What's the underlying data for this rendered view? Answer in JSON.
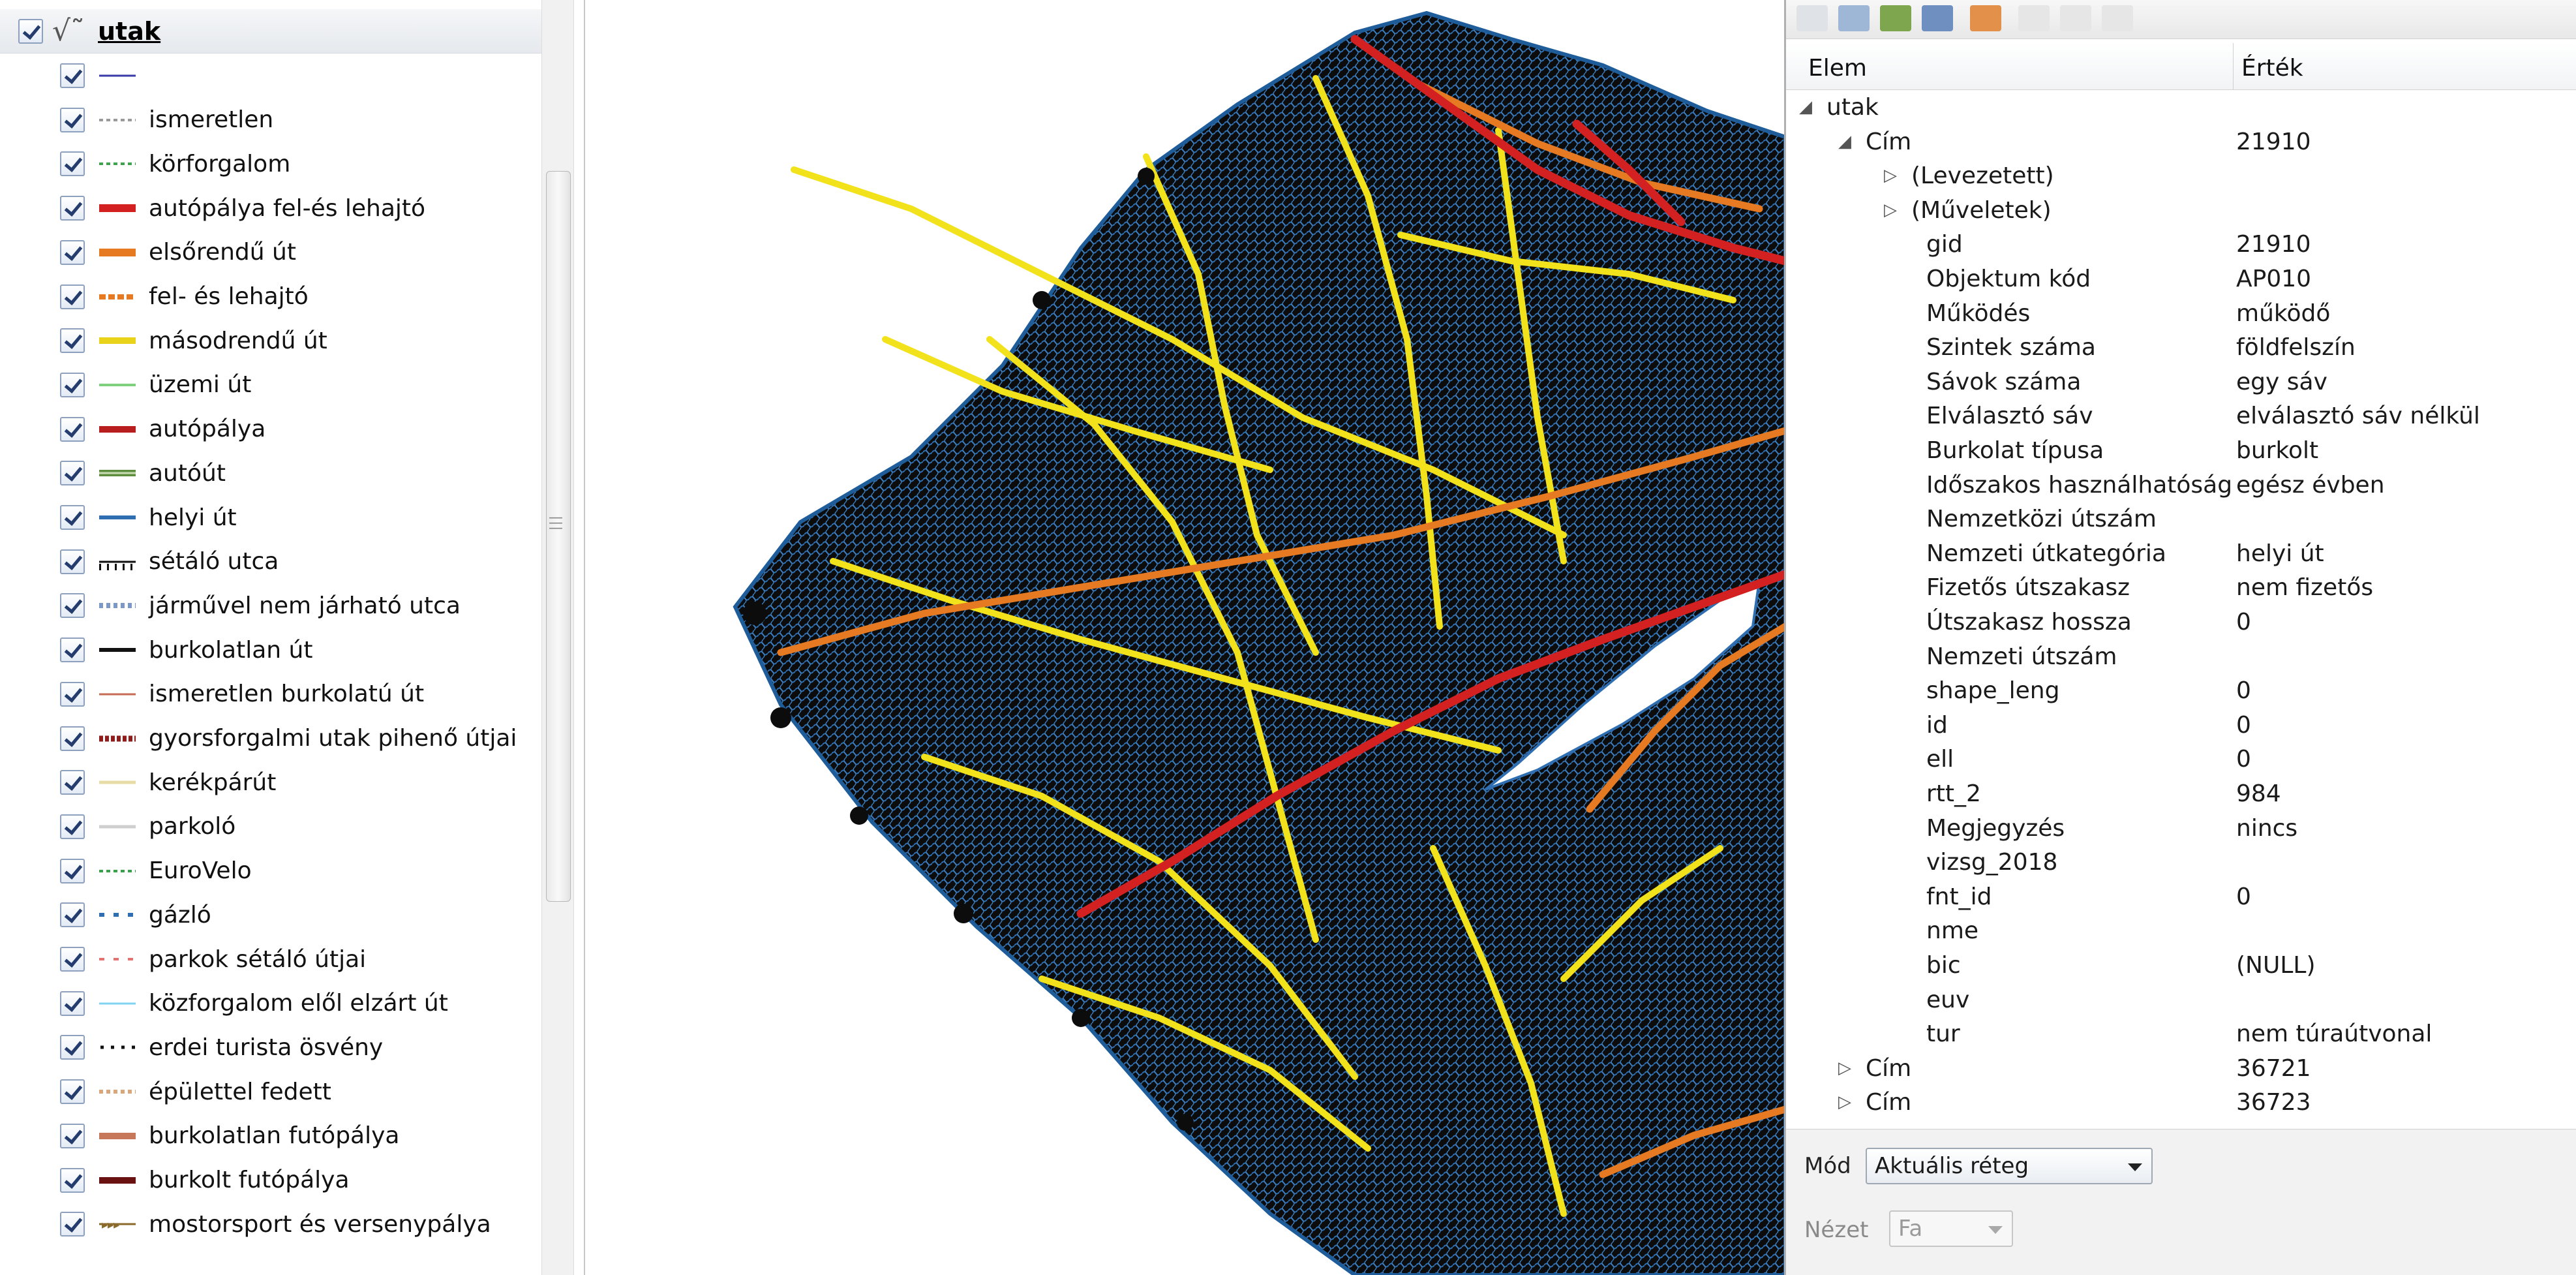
{
  "legend": {
    "layer_name": "utak",
    "layer_icon": "line-layer-icon",
    "items": [
      {
        "label": "",
        "symbol": "solid",
        "color": "#3a3aa8",
        "width": 3
      },
      {
        "label": "ismeretlen",
        "symbol": "dashed",
        "color": "#9a9a9a",
        "width": 4
      },
      {
        "label": "körforgalom",
        "symbol": "dashed",
        "color": "#3fa34d",
        "width": 4
      },
      {
        "label": "autópálya fel-és lehajtó",
        "symbol": "solid",
        "color": "#d32020",
        "width": 12
      },
      {
        "label": "elsőrendű út",
        "symbol": "solid",
        "color": "#e57a22",
        "width": 12
      },
      {
        "label": "fel- és lehajtó",
        "symbol": "dashed-thick",
        "color": "#e57a22",
        "width": 8
      },
      {
        "label": "másodrendű út",
        "symbol": "solid",
        "color": "#e8d21a",
        "width": 10
      },
      {
        "label": "üzemi út",
        "symbol": "solid",
        "color": "#7fd17f",
        "width": 4
      },
      {
        "label": "autópálya",
        "symbol": "solid",
        "color": "#b81e1e",
        "width": 10
      },
      {
        "label": "autóút",
        "symbol": "double",
        "color": "#5f8f3e",
        "width": 10
      },
      {
        "label": "helyi út",
        "symbol": "solid",
        "color": "#2f6fb1",
        "width": 6
      },
      {
        "label": "sétáló utca",
        "symbol": "ticks",
        "color": "#111111",
        "width": 6
      },
      {
        "label": "járművel nem járható utca",
        "symbol": "dashed",
        "color": "#7b98c6",
        "width": 8
      },
      {
        "label": "burkolatlan út",
        "symbol": "solid",
        "color": "#111111",
        "width": 6
      },
      {
        "label": "ismeretlen burkolatú út",
        "symbol": "solid",
        "color": "#c46b52",
        "width": 3
      },
      {
        "label": "gyorsforgalmi utak pihenő útjai",
        "symbol": "dotted-thick",
        "color": "#8f1b1b",
        "width": 9
      },
      {
        "label": "kerékpárút",
        "symbol": "solid",
        "color": "#e8dca6",
        "width": 5
      },
      {
        "label": "parkoló",
        "symbol": "solid",
        "color": "#cfcfcf",
        "width": 5
      },
      {
        "label": "EuroVelo",
        "symbol": "dashed",
        "color": "#3aa04a",
        "width": 4
      },
      {
        "label": "gázló",
        "symbol": "dashed-wide",
        "color": "#2f6fb1",
        "width": 6
      },
      {
        "label": "parkok sétáló útjai",
        "symbol": "dashed-wide",
        "color": "#e27373",
        "width": 4
      },
      {
        "label": "közforgalom elől elzárt út",
        "symbol": "solid",
        "color": "#7fd3f0",
        "width": 3
      },
      {
        "label": "erdei turista ösvény",
        "symbol": "dots",
        "color": "#111111",
        "width": 5
      },
      {
        "label": "épülettel fedett",
        "symbol": "dashed",
        "color": "#d9a77b",
        "width": 6
      },
      {
        "label": "burkolatlan futópálya",
        "symbol": "solid",
        "color": "#c8785a",
        "width": 10
      },
      {
        "label": "burkolt futópálya",
        "symbol": "solid",
        "color": "#6a1111",
        "width": 10
      },
      {
        "label": "mostorsport és versenypálya",
        "symbol": "arrows",
        "color": "#8a6a2a",
        "width": 8
      }
    ]
  },
  "panel": {
    "headers": {
      "key": "Elem",
      "value": "Érték"
    },
    "rows": [
      {
        "depth": 0,
        "arrow": "expanded",
        "key": "utak",
        "value": ""
      },
      {
        "depth": 1,
        "arrow": "expanded",
        "key": "Cím",
        "value": "21910"
      },
      {
        "depth": 2,
        "arrow": "collapsed",
        "key": "(Levezetett)",
        "value": ""
      },
      {
        "depth": 2,
        "arrow": "collapsed",
        "key": "(Műveletek)",
        "value": ""
      },
      {
        "depth": 3,
        "arrow": "",
        "key": "gid",
        "value": "21910"
      },
      {
        "depth": 3,
        "arrow": "",
        "key": "Objektum kód",
        "value": "AP010"
      },
      {
        "depth": 3,
        "arrow": "",
        "key": "Működés",
        "value": "működő"
      },
      {
        "depth": 3,
        "arrow": "",
        "key": "Szintek száma",
        "value": "földfelszín"
      },
      {
        "depth": 3,
        "arrow": "",
        "key": "Sávok száma",
        "value": "egy sáv"
      },
      {
        "depth": 3,
        "arrow": "",
        "key": "Elválasztó sáv",
        "value": "elválasztó sáv nélkül"
      },
      {
        "depth": 3,
        "arrow": "",
        "key": "Burkolat típusa",
        "value": "burkolt"
      },
      {
        "depth": 3,
        "arrow": "",
        "key": "Időszakos használhatóság",
        "value": "egész évben"
      },
      {
        "depth": 3,
        "arrow": "",
        "key": "Nemzetközi útszám",
        "value": ""
      },
      {
        "depth": 3,
        "arrow": "",
        "key": "Nemzeti útkategória",
        "value": "helyi út"
      },
      {
        "depth": 3,
        "arrow": "",
        "key": "Fizetős útszakasz",
        "value": "nem fizetős"
      },
      {
        "depth": 3,
        "arrow": "",
        "key": "Útszakasz hossza",
        "value": "0"
      },
      {
        "depth": 3,
        "arrow": "",
        "key": "Nemzeti útszám",
        "value": ""
      },
      {
        "depth": 3,
        "arrow": "",
        "key": "shape_leng",
        "value": "0"
      },
      {
        "depth": 3,
        "arrow": "",
        "key": "id",
        "value": "0"
      },
      {
        "depth": 3,
        "arrow": "",
        "key": "ell",
        "value": "0"
      },
      {
        "depth": 3,
        "arrow": "",
        "key": "rtt_2",
        "value": "984"
      },
      {
        "depth": 3,
        "arrow": "",
        "key": "Megjegyzés",
        "value": "nincs"
      },
      {
        "depth": 3,
        "arrow": "",
        "key": "vizsg_2018",
        "value": ""
      },
      {
        "depth": 3,
        "arrow": "",
        "key": "fnt_id",
        "value": "0"
      },
      {
        "depth": 3,
        "arrow": "",
        "key": "nme",
        "value": ""
      },
      {
        "depth": 3,
        "arrow": "",
        "key": "bic",
        "value": "(NULL)"
      },
      {
        "depth": 3,
        "arrow": "",
        "key": "euv",
        "value": ""
      },
      {
        "depth": 3,
        "arrow": "",
        "key": "tur",
        "value": "nem túraútvonal"
      },
      {
        "depth": 1,
        "arrow": "collapsed",
        "key": "Cím",
        "value": "36721"
      },
      {
        "depth": 1,
        "arrow": "collapsed",
        "key": "Cím",
        "value": "36723"
      }
    ],
    "controls": {
      "mode_label": "Mód",
      "mode_value": "Aktuális réteg",
      "view_label": "Nézet",
      "view_value": "Fa"
    }
  },
  "map": {
    "colors": {
      "background": "#ffffff",
      "dense_network": "#0c0c0c",
      "local_roads": "#2f6fb1",
      "secondary": "#f2e21c",
      "primary": "#e57a22",
      "motorway": "#d32020",
      "lake": "#ffffff"
    }
  }
}
